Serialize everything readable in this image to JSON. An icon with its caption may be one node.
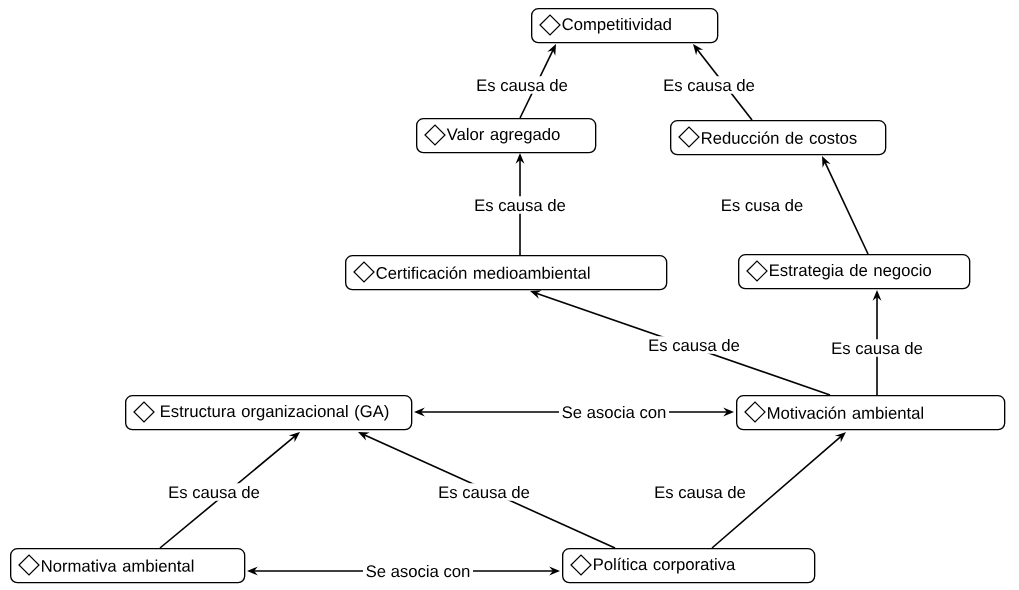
{
  "diagram": {
    "nodes": [
      {
        "text": [
          "Competitividad"
        ]
      },
      {
        "text": [
          "Valor agregado"
        ]
      },
      {
        "text": [
          "Reducción de costos"
        ]
      },
      {
        "text": [
          "Certificación medioambiental"
        ]
      },
      {
        "text": [
          "Estrategia de negocio"
        ]
      },
      {
        "text": [
          "Estructura organizacional (GA)"
        ]
      },
      {
        "text": [
          "Motivación ambiental"
        ]
      },
      {
        "text": [
          "Normativa ambiental"
        ]
      },
      {
        "text": [
          "Política corporativa"
        ]
      }
    ],
    "edges": [
      {
        "from": 1,
        "to": 0,
        "arrow": "to",
        "label": "Es causa de"
      },
      {
        "from": 2,
        "to": 0,
        "arrow": "to",
        "label": "Es causa de"
      },
      {
        "from": 3,
        "to": 1,
        "arrow": "to",
        "label": "Es causa de"
      },
      {
        "from": 4,
        "to": 2,
        "arrow": "to",
        "label": "Es cusa de"
      },
      {
        "from": 6,
        "to": 3,
        "arrow": "to",
        "label": "Es causa de"
      },
      {
        "from": 6,
        "to": 4,
        "arrow": "to",
        "label": "Es causa de"
      },
      {
        "from": 5,
        "to": 6,
        "arrow": "both",
        "label": "Se asocia con"
      },
      {
        "from": 7,
        "to": 5,
        "arrow": "to",
        "label": "Es causa de"
      },
      {
        "from": 8,
        "to": 5,
        "arrow": "to",
        "label": "Es causa de"
      },
      {
        "from": 8,
        "to": 6,
        "arrow": "to",
        "label": "Es causa de"
      },
      {
        "from": 7,
        "to": 8,
        "arrow": "both",
        "label": "Se asocia con"
      }
    ]
  }
}
